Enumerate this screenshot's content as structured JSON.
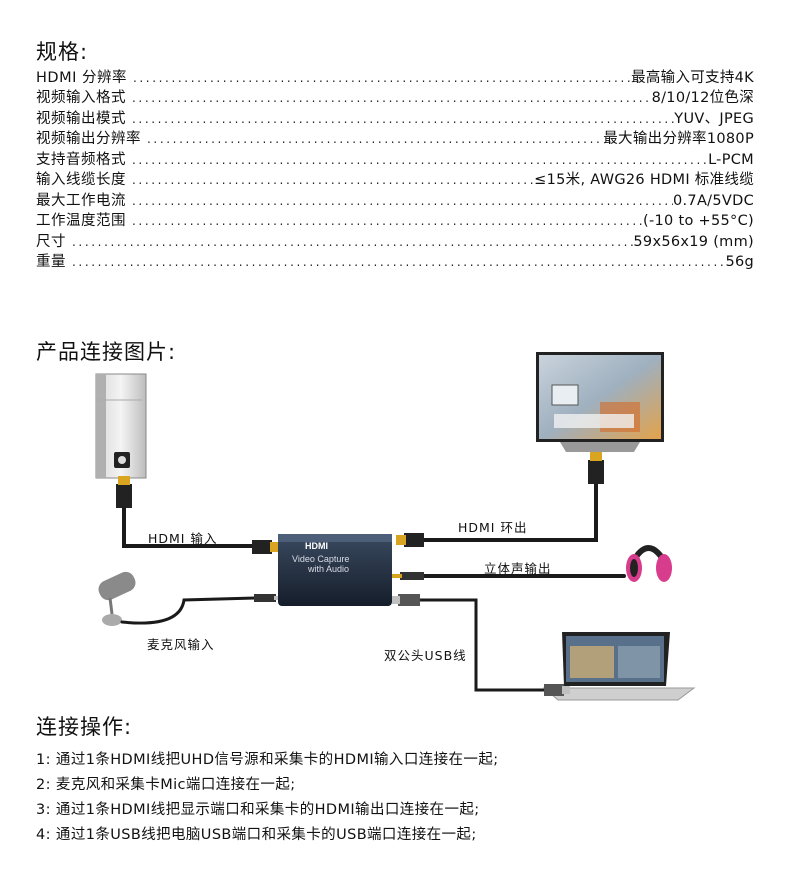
{
  "specs_section": {
    "title": "规格:",
    "rows": [
      {
        "label": "HDMI 分辨率",
        "value": "最高输入可支持4K"
      },
      {
        "label": "视频输入格式",
        "value": "8/10/12位色深"
      },
      {
        "label": "视频输出模式",
        "value": "YUV、JPEG"
      },
      {
        "label": "视频输出分辨率",
        "value": "最大输出分辨率1080P"
      },
      {
        "label": "支持音频格式",
        "value": "L-PCM"
      },
      {
        "label": "输入线缆长度",
        "value": "≤15米, AWG26 HDMI 标准线缆"
      },
      {
        "label": "最大工作电流",
        "value": "0.7A/5VDC"
      },
      {
        "label": "工作温度范围",
        "value": "(-10 to +55°C)"
      },
      {
        "label": "尺寸",
        "value": "59x56x19 (mm)"
      },
      {
        "label": "重量",
        "value": "56g"
      }
    ]
  },
  "connection_section": {
    "title": "产品连接图片:",
    "labels": {
      "hdmi_in": "HDMI 输入",
      "hdmi_loop": "HDMI 环出",
      "stereo_out": "立体声输出",
      "mic_in": "麦克风输入",
      "usb_cable": "双公头USB线"
    },
    "device": {
      "brand": "HDMI",
      "line1": "Video Capture",
      "line2": "with Audio"
    }
  },
  "operation_section": {
    "title": "连接操作:",
    "steps": [
      "1: 通过1条HDMI线把UHD信号源和采集卡的HDMI输入口连接在一起;",
      "2: 麦克风和采集卡Mic端口连接在一起;",
      "3: 通过1条HDMI线把显示端口和采集卡的HDMI输出口连接在一起;",
      "4: 通过1条USB线把电脑USB端口和采集卡的USB端口连接在一起;"
    ]
  },
  "colors": {
    "cable": "#1a1a1a",
    "device_body": "#1e2a3c",
    "connector_gold": "#d9a520"
  }
}
